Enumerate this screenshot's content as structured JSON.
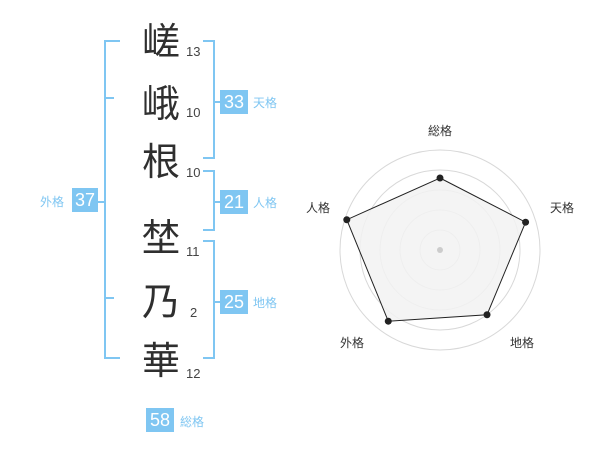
{
  "characters": [
    {
      "char": "嵯",
      "strokes": "13"
    },
    {
      "char": "峨",
      "strokes": "10"
    },
    {
      "char": "根",
      "strokes": "10"
    },
    {
      "char": "埜",
      "strokes": "11"
    },
    {
      "char": "乃",
      "strokes": "2"
    },
    {
      "char": "華",
      "strokes": "12"
    }
  ],
  "kaku": {
    "tenkaku": {
      "value": "33",
      "label": "天格"
    },
    "jinkaku": {
      "value": "21",
      "label": "人格"
    },
    "chikaku": {
      "value": "25",
      "label": "地格"
    },
    "gaikaku": {
      "value": "37",
      "label": "外格"
    },
    "soukaku": {
      "value": "58",
      "label": "総格"
    }
  },
  "chart_data": {
    "type": "radar",
    "axes": [
      "総格",
      "天格",
      "地格",
      "外格",
      "人格"
    ],
    "values": [
      0.72,
      0.9,
      0.8,
      0.88,
      0.98
    ],
    "max": 1,
    "rings": 4,
    "colors": {
      "fill": "#f2f2f2",
      "line": "#222222",
      "ring": "#d8d8d8",
      "accent": "#7fc6f2"
    }
  }
}
